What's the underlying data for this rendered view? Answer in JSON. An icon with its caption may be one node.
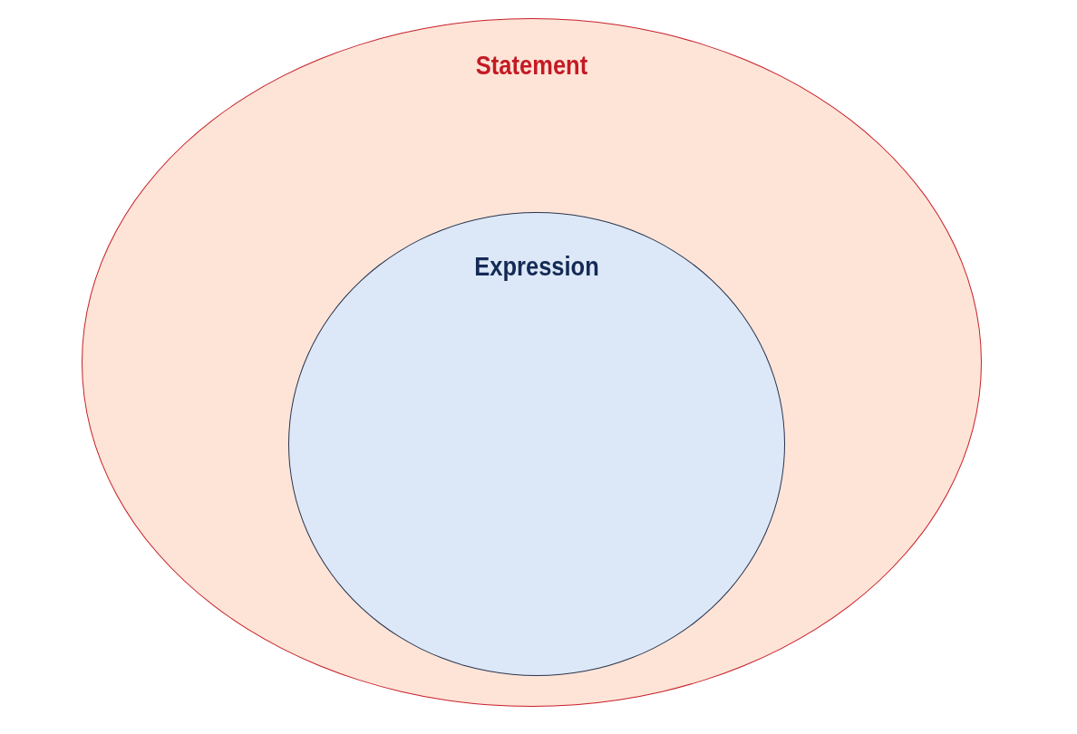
{
  "diagram": {
    "nodes": [
      {
        "text": [
          "Statement"
        ]
      },
      {
        "text": [
          "Expression"
        ],
        "in": 0
      }
    ]
  }
}
